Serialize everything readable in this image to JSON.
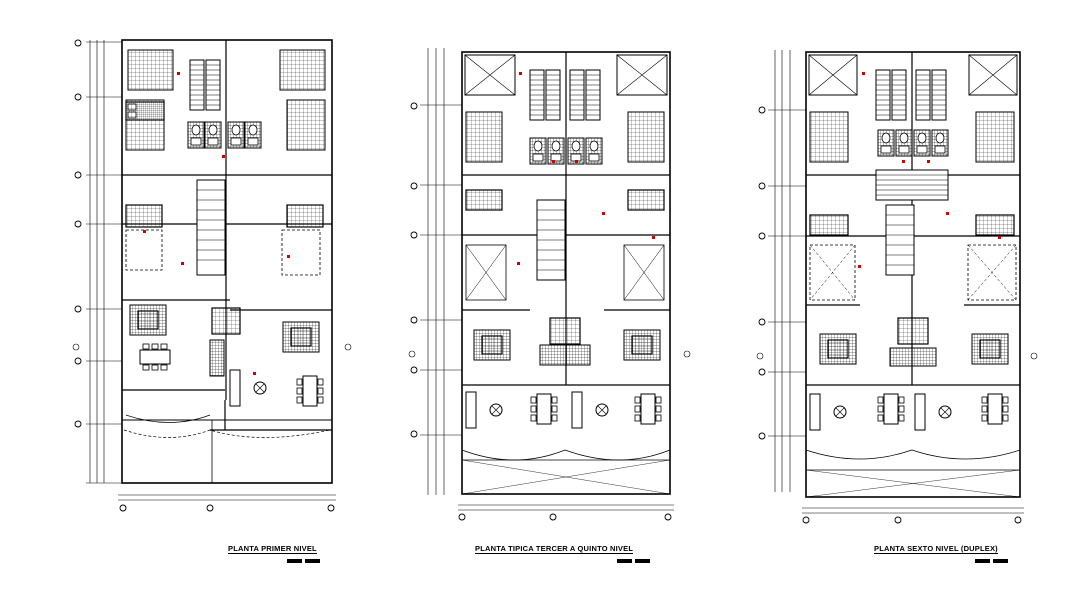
{
  "plans": [
    {
      "id": "primer",
      "title": "PLANTA PRIMER NIVEL"
    },
    {
      "id": "tipica",
      "title": "PLANTA TIPICA TERCER A QUINTO NIVEL"
    },
    {
      "id": "sexto",
      "title": "PLANTA SEXTO NIVEL (DUPLEX)"
    }
  ],
  "colors": {
    "line": "#000000",
    "accent": "#d00000",
    "background": "#ffffff"
  }
}
